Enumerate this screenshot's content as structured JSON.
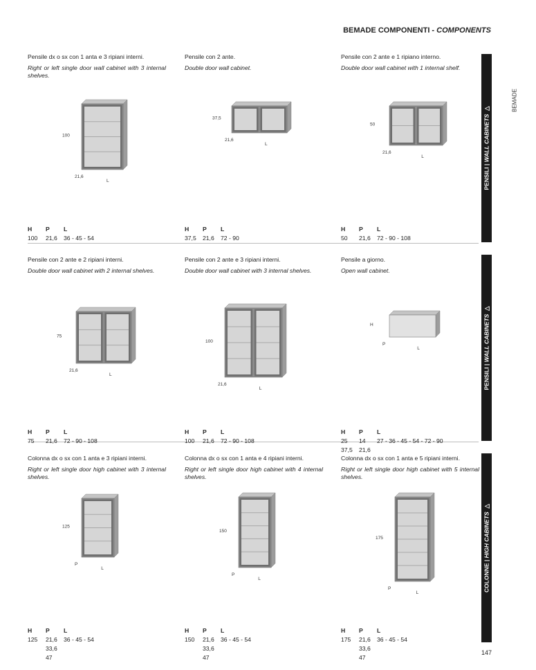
{
  "header": {
    "title_bold": "BEMADE COMPONENTI - ",
    "title_italic": "COMPONENTS"
  },
  "brand": "BEMADE",
  "page_number": "147",
  "side_tabs": [
    {
      "it": "PENSILI | ",
      "en": "WALL CABINETS",
      "arrow": "△"
    },
    {
      "it": "PENSILI | ",
      "en": "WALL CABINETS",
      "arrow": "△"
    },
    {
      "it": "COLONNE | ",
      "en": "HIGH CABINETS",
      "arrow": "△"
    }
  ],
  "spec_headers": [
    "H",
    "P",
    "L"
  ],
  "items": [
    {
      "title": "Pensile dx o sx con 1 anta e 3 ripiani interni.",
      "desc": "Right or left single door wall cabinet with 3 internal shelves.",
      "dims": {
        "h": "100",
        "p": "21,6",
        "l": "L"
      },
      "rows": [
        [
          "100",
          "21,6",
          "36 - 45 - 54"
        ]
      ]
    },
    {
      "title": "Pensile con 2 ante.",
      "desc": "Double door wall cabinet.",
      "dims": {
        "h": "37,5",
        "p": "21,6",
        "l": "L"
      },
      "rows": [
        [
          "37,5",
          "21,6",
          "72 - 90"
        ]
      ]
    },
    {
      "title": "Pensile con 2 ante e 1 ripiano interno.",
      "desc": "Double door wall cabinet with 1 internal shelf.",
      "dims": {
        "h": "50",
        "p": "21,6",
        "l": "L"
      },
      "rows": [
        [
          "50",
          "21,6",
          "72 - 90 - 108"
        ]
      ]
    },
    {
      "title": "Pensile con 2 ante e 2 ripiani interni.",
      "desc": "Double door wall cabinet with 2 internal shelves.",
      "dims": {
        "h": "75",
        "p": "21,6",
        "l": "L"
      },
      "rows": [
        [
          "75",
          "21,6",
          "72 - 90 - 108"
        ]
      ]
    },
    {
      "title": "Pensile con 2 ante e 3 ripiani interni.",
      "desc": "Double door wall cabinet with 3 internal shelves.",
      "dims": {
        "h": "100",
        "p": "21,6",
        "l": "L"
      },
      "rows": [
        [
          "100",
          "21,6",
          "72 - 90 - 108"
        ]
      ]
    },
    {
      "title": "Pensile a giorno.",
      "desc": "Open wall cabinet.",
      "dims": {
        "h": "H",
        "p": "P",
        "l": "L"
      },
      "rows": [
        [
          "25",
          "14",
          "27 - 36 - 45 - 54 - 72 - 90"
        ],
        [
          "37,5",
          "21,6",
          ""
        ]
      ]
    },
    {
      "title": "Colonna dx o sx con 1 anta e 3 ripiani interni.",
      "desc": "Right or left single door high cabinet with 3 internal shelves.",
      "dims": {
        "h": "125",
        "p": "P",
        "l": "L"
      },
      "rows": [
        [
          "125",
          "21,6",
          "36 - 45 - 54"
        ],
        [
          "",
          "33,6",
          ""
        ],
        [
          "",
          "47",
          ""
        ]
      ]
    },
    {
      "title": "Colonna dx o sx con 1 anta e 4 ripiani interni.",
      "desc": "Right or left single door high cabinet with 4 internal shelves.",
      "dims": {
        "h": "150",
        "p": "P",
        "l": "L"
      },
      "rows": [
        [
          "150",
          "21,6",
          "36 - 45 - 54"
        ],
        [
          "",
          "33,6",
          ""
        ],
        [
          "",
          "47",
          ""
        ]
      ]
    },
    {
      "title": "Colonna dx o sx con 1 anta e 5 ripiani interni.",
      "desc": "Right or left single door high cabinet with 5 internal shelves.",
      "dims": {
        "h": "175",
        "p": "P",
        "l": "L"
      },
      "rows": [
        [
          "175",
          "21,6",
          "36 - 45 - 54"
        ],
        [
          "",
          "33,6",
          ""
        ],
        [
          "",
          "47",
          ""
        ]
      ]
    }
  ]
}
